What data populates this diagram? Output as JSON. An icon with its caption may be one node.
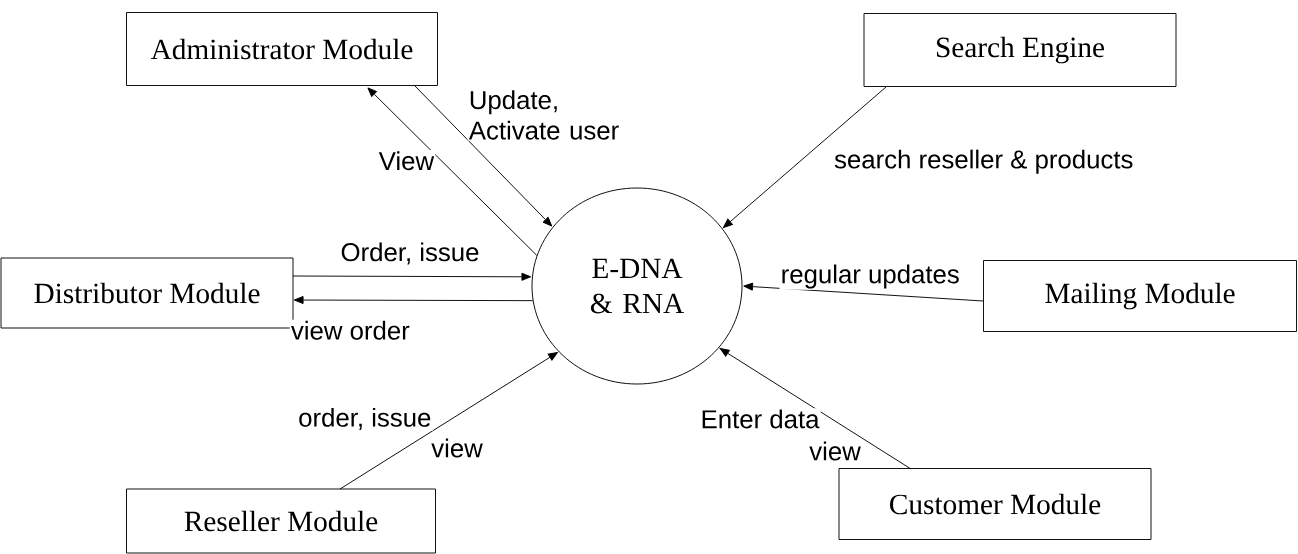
{
  "diagram": {
    "nodes": [
      {
        "text": [
          "Administrator Module"
        ]
      },
      {
        "text": [
          "Search Engine"
        ]
      },
      {
        "text": [
          "E-DNA & RNA"
        ]
      },
      {
        "text": [
          "Distributor Module"
        ]
      },
      {
        "text": [
          "Mailing Module"
        ]
      },
      {
        "text": [
          "Reseller Module"
        ]
      },
      {
        "text": [
          "Customer Module"
        ]
      }
    ],
    "edges": [
      {
        "from": 2,
        "to": 0,
        "arrow": "to",
        "label": "View"
      },
      {
        "from": 0,
        "to": 2,
        "arrow": "to",
        "label": "Update, Activate user"
      },
      {
        "from": 1,
        "to": 2,
        "arrow": "to",
        "label": "search reseller & products"
      },
      {
        "from": 3,
        "to": 2,
        "arrow": "to",
        "label": "Order, issue"
      },
      {
        "from": 2,
        "to": 3,
        "arrow": "to",
        "label": "view order"
      },
      {
        "from": 4,
        "to": 2,
        "arrow": "to",
        "label": "regular updates"
      },
      {
        "from": 5,
        "to": 2,
        "arrow": "to",
        "label": "order, issue"
      },
      {
        "from": 6,
        "to": 2,
        "arrow": "to",
        "label": "Enter data"
      }
    ],
    "labels": [
      "view",
      "view"
    ]
  }
}
